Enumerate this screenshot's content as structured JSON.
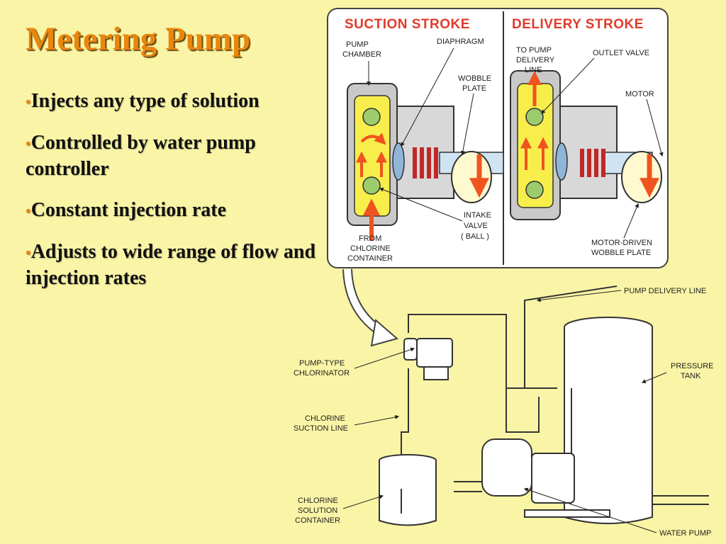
{
  "slide": {
    "title": "Metering Pump",
    "bullets": [
      "Injects any type of solution",
      "Controlled by water pump controller",
      "Constant injection rate",
      "Adjusts to wide range of flow and injection rates"
    ]
  },
  "diagram": {
    "suction_header": "SUCTION STROKE",
    "delivery_header": "DELIVERY STROKE",
    "labels": {
      "pump_chamber": [
        "PUMP",
        "CHAMBER"
      ],
      "diaphragm": "DIAPHRAGM",
      "wobble_plate": [
        "WOBBLE",
        "PLATE"
      ],
      "intake_valve": [
        "INTAKE",
        "VALVE",
        "( BALL )"
      ],
      "from_chlorine": [
        "FROM",
        "CHLORINE",
        "CONTAINER"
      ],
      "to_pump": [
        "TO PUMP",
        "DELIVERY",
        "LINE"
      ],
      "outlet_valve": "OUTLET VALVE",
      "motor": "MOTOR",
      "motor_driven": [
        "MOTOR-DRIVEN",
        "WOBBLE PLATE"
      ],
      "pump_delivery_line": "PUMP DELIVERY LINE",
      "pump_type_chlorinator": [
        "PUMP-TYPE",
        "CHLORINATOR"
      ],
      "pressure_tank": [
        "PRESSURE",
        "TANK"
      ],
      "chlorine_suction_line": [
        "CHLORINE",
        "SUCTION LINE"
      ],
      "chlorine_solution_container": [
        "CHLORINE",
        "SOLUTION",
        "CONTAINER"
      ],
      "water_pump": "WATER PUMP"
    }
  },
  "colors": {
    "background": "#FAF5A6",
    "title": "#E8870E",
    "header_red": "#E03A2A",
    "fluid_yellow": "#F7EE4C",
    "arrow_orange": "#F0541E",
    "valve_green": "#9CCC6C",
    "spring_red": "#C02828",
    "panel": "#FFFFFF"
  }
}
